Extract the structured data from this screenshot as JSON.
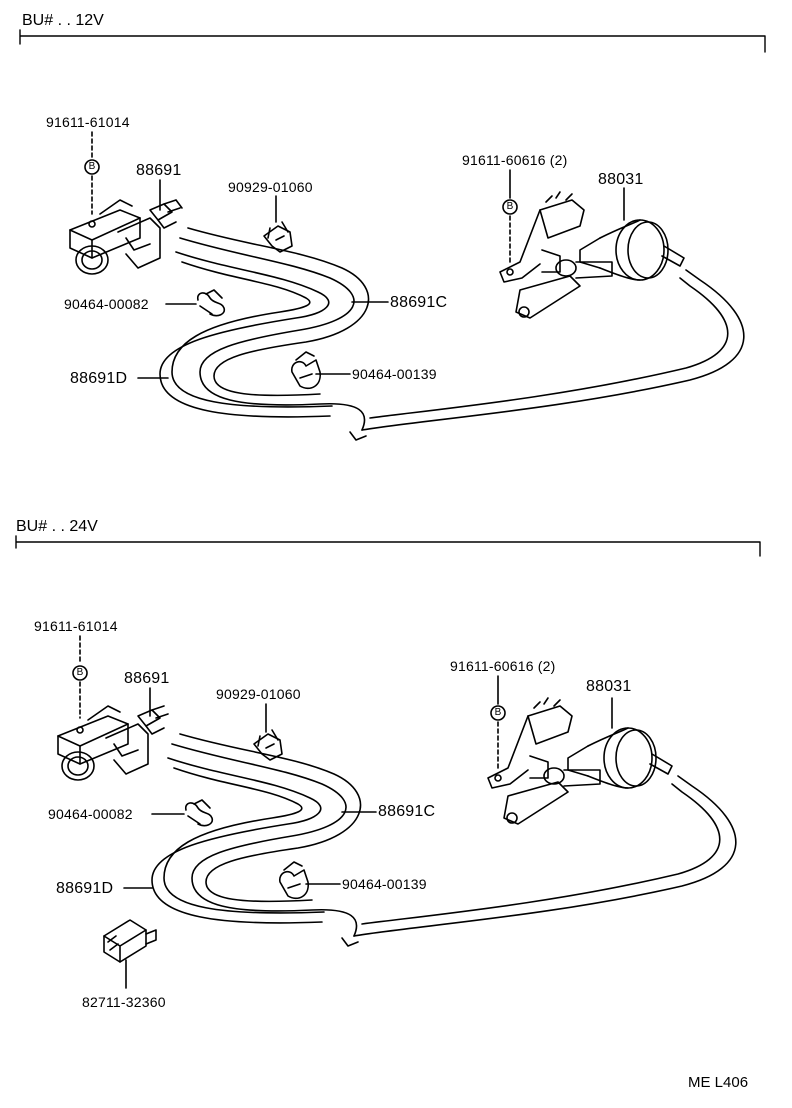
{
  "top": {
    "header": "BU# . . 12V",
    "labels": {
      "bolt_left": "91611-61014",
      "valve": "88691",
      "clip_top": "90929-01060",
      "bolt_right": "91611-60616 (2)",
      "actuator": "88031",
      "clamp_left": "90464-00082",
      "hose_c": "88691C",
      "hose_d": "88691D",
      "clamp_mid": "90464-00139"
    },
    "bolt_marker": "B"
  },
  "bottom": {
    "header": "BU# . . 24V",
    "labels": {
      "bolt_left": "91611-61014",
      "valve": "88691",
      "clip_top": "90929-01060",
      "bolt_right": "91611-60616 (2)",
      "actuator": "88031",
      "clamp_left": "90464-00082",
      "hose_c": "88691C",
      "hose_d": "88691D",
      "clamp_mid": "90464-00139",
      "connector": "82711-32360"
    },
    "bolt_marker": "B"
  },
  "figure_code": "ME L406"
}
